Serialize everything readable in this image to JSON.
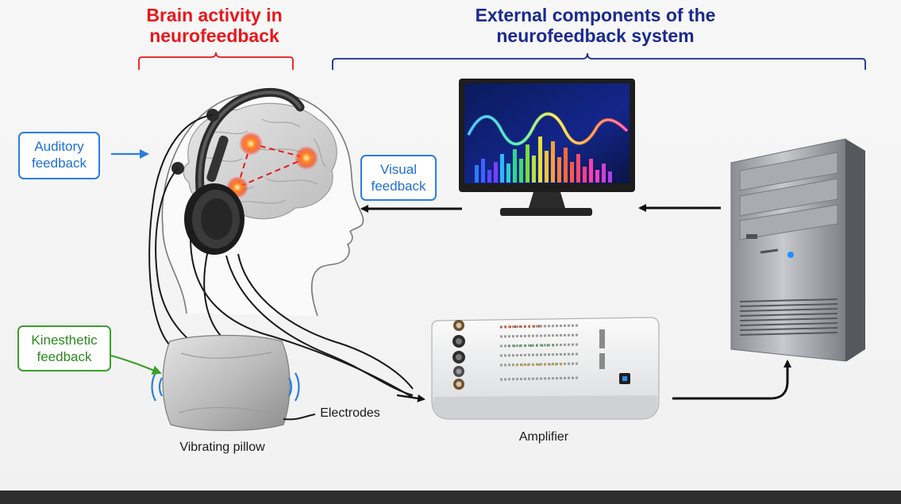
{
  "headings": {
    "brain_activity": "Brain activity in\nneurofeedback",
    "external_components": "External components of the\nneurofeedback system"
  },
  "labels": {
    "auditory_feedback": "Auditory\nfeedback",
    "visual_feedback": "Visual\nfeedback",
    "kinesthetic_feedback": "Kinesthetic\nfeedback",
    "electrodes": "Electrodes",
    "amplifier": "Amplifier",
    "vibrating_pillow": "Vibrating pillow"
  },
  "colors": {
    "brain_heading": "#e8171b",
    "external_heading": "#1b2a8e",
    "auditory_visual_callout": "#2b7ee0",
    "kinesthetic_callout": "#3aa02a",
    "brain_hotspot": "#ff5a1f"
  },
  "icons": {
    "head": "head-profile-icon",
    "brain": "brain-icon",
    "headphones": "headphones-icon",
    "monitor": "monitor-icon",
    "computer": "computer-tower-icon",
    "amplifier": "amplifier-device-icon",
    "pillow": "pillow-icon"
  }
}
